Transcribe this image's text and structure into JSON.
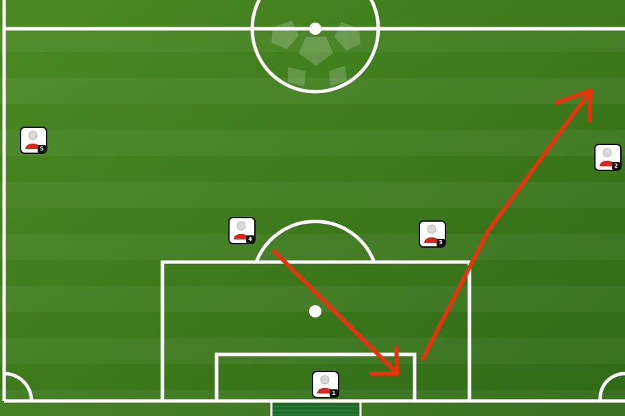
{
  "pitch": {
    "colors": {
      "grass_light": "#5c9c2c",
      "grass_dark": "#3f7e1c",
      "lines": "#ffffff",
      "arrow": "#e5330e",
      "goal_net": "#1f6b2c"
    },
    "stripes": true
  },
  "players": [
    {
      "number": "1",
      "icon": "player-token-icon",
      "shirt_color": "#d62a1f"
    },
    {
      "number": "2",
      "icon": "player-token-icon",
      "shirt_color": "#d62a1f"
    },
    {
      "number": "3",
      "icon": "player-token-icon",
      "shirt_color": "#d62a1f"
    },
    {
      "number": "4",
      "icon": "player-token-icon",
      "shirt_color": "#d62a1f"
    },
    {
      "number": "5",
      "icon": "player-token-icon",
      "shirt_color": "#d62a1f"
    }
  ],
  "arrows": [
    {
      "name": "pass-arrow-center-to-box",
      "color": "#e5330e",
      "icon": "arrow-icon"
    },
    {
      "name": "pass-arrow-box-to-right-wing",
      "color": "#e5330e",
      "icon": "arrow-icon"
    }
  ]
}
